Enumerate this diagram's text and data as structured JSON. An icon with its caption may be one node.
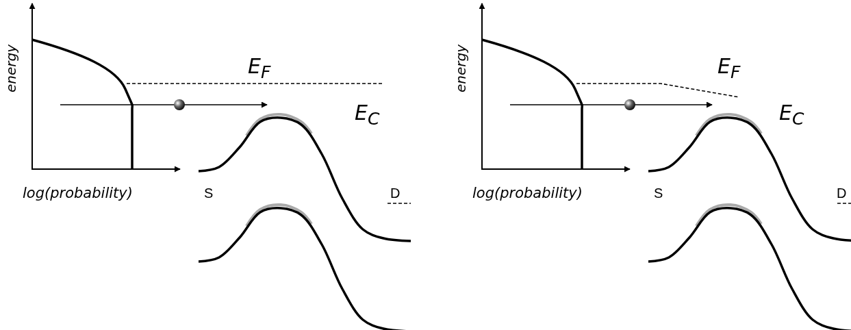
{
  "diagram": {
    "labels": [
      "energy",
      "E$_{F}$",
      "E$_{C}$",
      "log(probability)",
      "S",
      "D",
      "energy",
      "E$_{F}$",
      "E$_{C}$",
      "log(probability)",
      "S",
      "D"
    ]
  }
}
